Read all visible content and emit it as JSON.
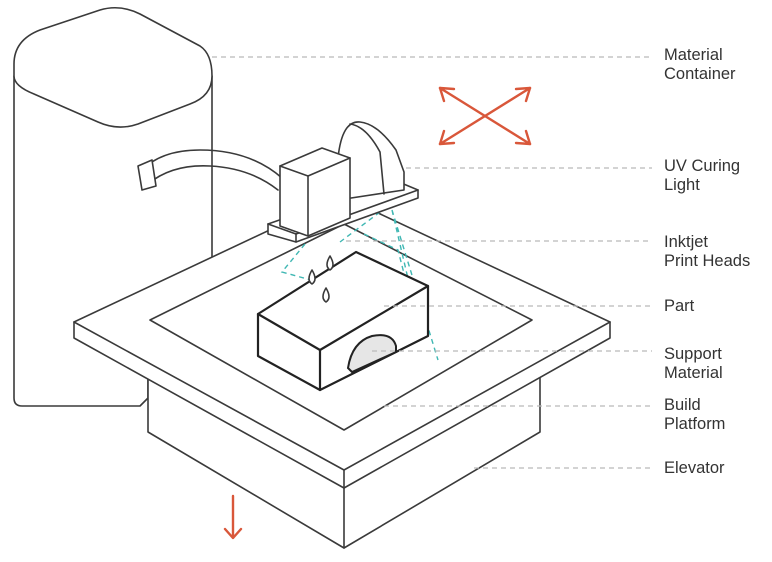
{
  "labels": {
    "material_container": [
      "Material",
      "Container"
    ],
    "uv_curing_light": [
      "UV Curing",
      "Light"
    ],
    "inkjet_print_heads": [
      "Inktjet",
      "Print Heads"
    ],
    "part": [
      "Part"
    ],
    "support_material": [
      "Support",
      "Material"
    ],
    "build_platform": [
      "Build",
      "Platform"
    ],
    "elevator": [
      "Elevator"
    ]
  },
  "colors": {
    "outline": "#3a3a3a",
    "leader": "#b9b9b9",
    "uv_beam": "#3fb7b3",
    "motion_arrow": "#d9573a",
    "label_text": "#333333",
    "support_shade": "#e6e6e6"
  },
  "icons": {
    "xy_motion": "four-way-arrow-icon",
    "z_motion": "arrow-down-icon"
  }
}
